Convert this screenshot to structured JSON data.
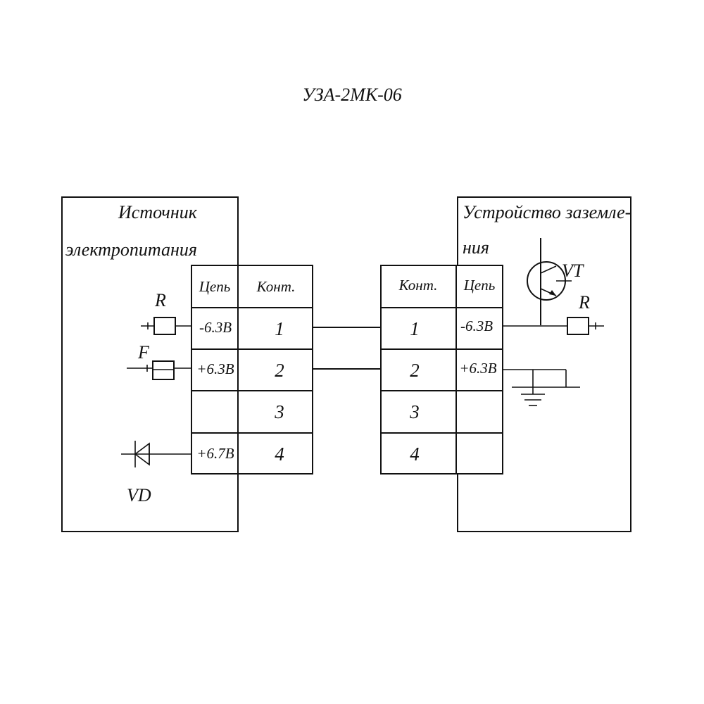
{
  "title": "УЗА-2МК-06",
  "left_block": {
    "label_line1": "Источник",
    "label_line2": "электропитания"
  },
  "right_block": {
    "label_line1": "Устройство заземле-",
    "label_line2": "ния"
  },
  "left_table": {
    "header_circuit": "Цепь",
    "header_contact": "Конт.",
    "rows": [
      {
        "circuit": "-6.3В",
        "contact": "1"
      },
      {
        "circuit": "+6.3В",
        "contact": "2"
      },
      {
        "circuit": "",
        "contact": "3"
      },
      {
        "circuit": "+6.7В",
        "contact": "4"
      }
    ]
  },
  "right_table": {
    "header_contact": "Конт.",
    "header_circuit": "Цепь",
    "rows": [
      {
        "contact": "1",
        "circuit": "-6.3В"
      },
      {
        "contact": "2",
        "circuit": "+6.3В"
      },
      {
        "contact": "3",
        "circuit": ""
      },
      {
        "contact": "4",
        "circuit": ""
      }
    ]
  },
  "components": {
    "left_resistor": "R",
    "fuse": "F",
    "diode": "VD",
    "transistor": "VT",
    "right_resistor": "R"
  },
  "icons": [
    "resistor-icon",
    "fuse-icon",
    "diode-icon",
    "transistor-icon",
    "ground-icon"
  ]
}
